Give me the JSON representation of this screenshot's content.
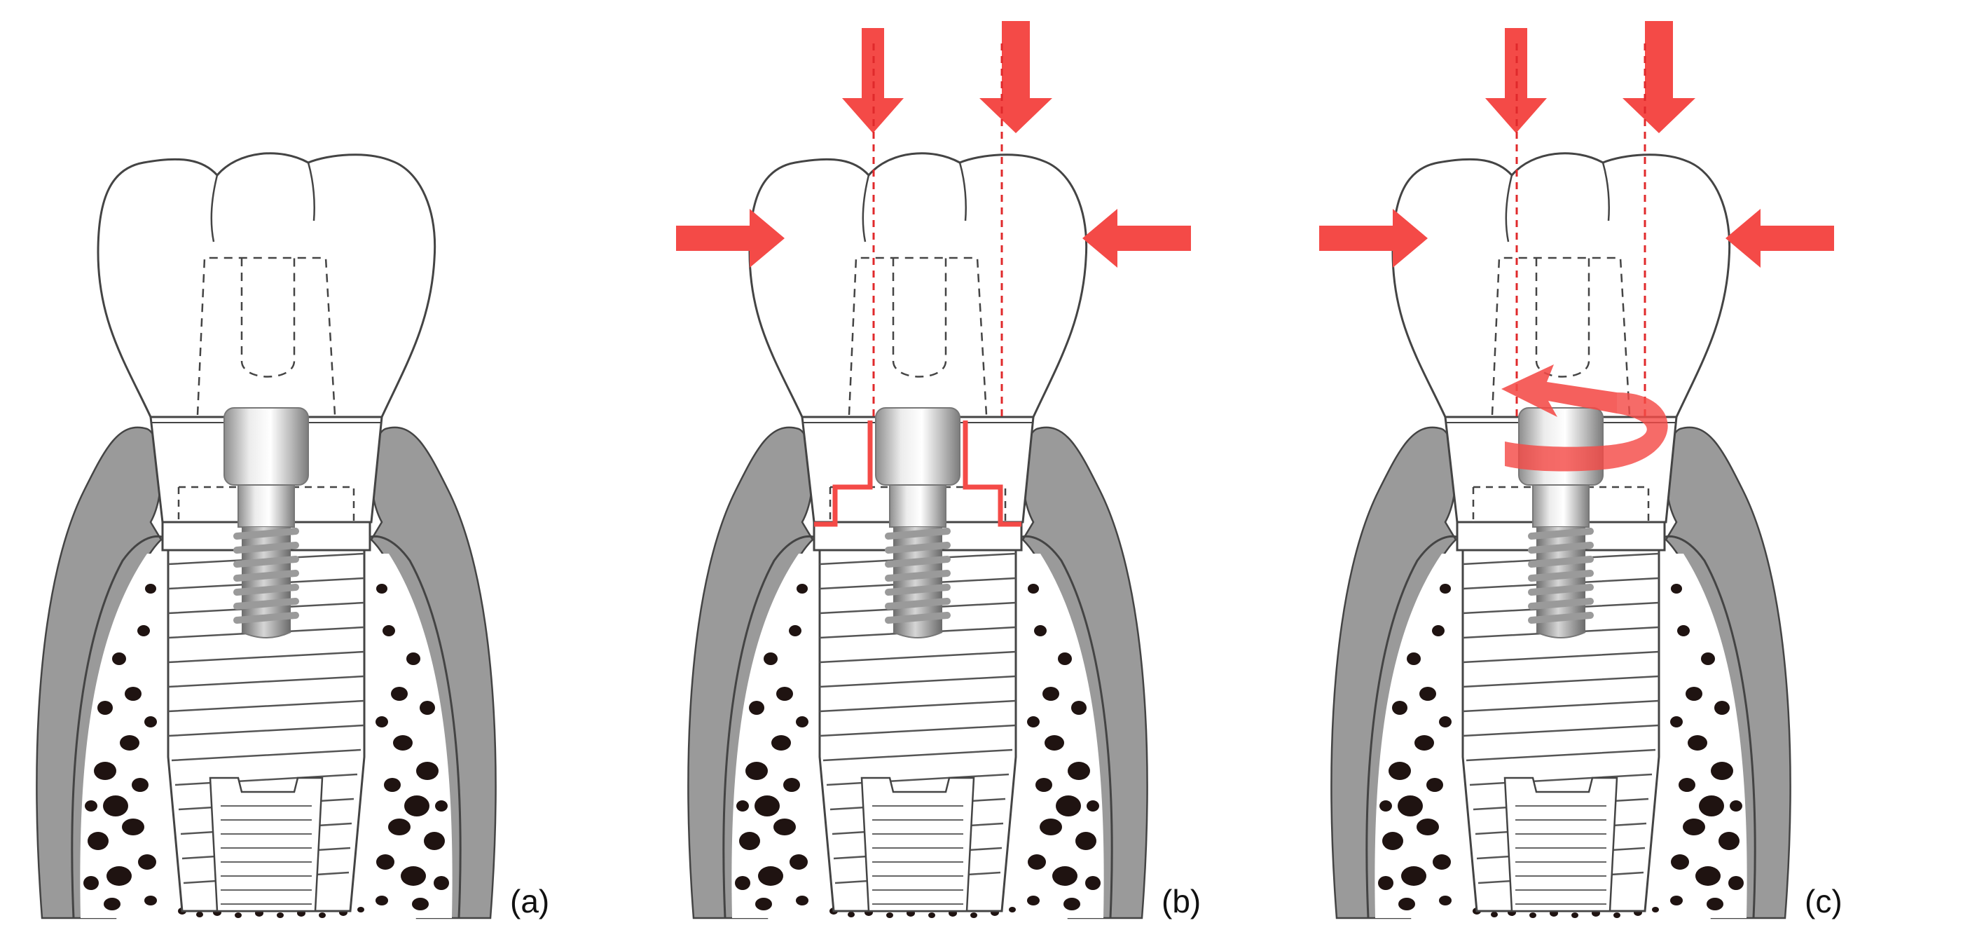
{
  "panels": [
    {
      "id": "a",
      "label": "(a)",
      "loads": false,
      "sealing_path": false,
      "rotation": false
    },
    {
      "id": "b",
      "label": "(b)",
      "loads": true,
      "sealing_path": true,
      "rotation": false
    },
    {
      "id": "c",
      "label": "(c)",
      "loads": true,
      "sealing_path": false,
      "rotation": true
    }
  ],
  "colors": {
    "load_arrow": "#f44a47",
    "guide_line": "#e0292b",
    "outline": "#444444",
    "gingiva": "#9a9a9a",
    "trabecular_bone": "#1f1311",
    "screw_metal": "#c8c8c8"
  }
}
